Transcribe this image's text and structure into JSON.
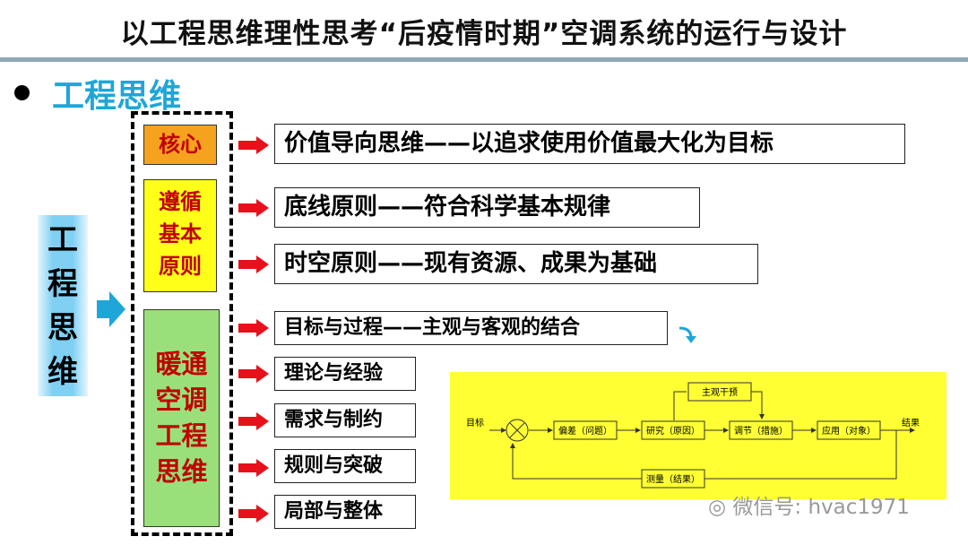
{
  "title": "以工程思维理性思考“后疫情时期”空调系统的运行与设计",
  "subtitle": "工程思维",
  "vertical_label": [
    "工",
    "程",
    "思",
    "维"
  ],
  "categories": {
    "core": "核心",
    "basic": [
      "遵循",
      "基本",
      "原则"
    ],
    "hvac": [
      "暖通",
      "空调",
      "工程",
      "思维"
    ]
  },
  "items": [
    "价值导向思维——以追求使用价值最大化为目标",
    "底线原则——符合科学基本规律",
    "时空原则——现有资源、成果为基础",
    "目标与过程——主观与客观的结合",
    "理论与经验",
    "需求与制约",
    "规则与突破",
    "局部与整体"
  ],
  "flow": {
    "input": "目标",
    "output": "结果",
    "deviation": "偏差（问题）",
    "research": "研究（原因）",
    "adjust": "调节（措施）",
    "apply": "应用（对象）",
    "intervention": "主观干预",
    "measure": "测量（结果）"
  },
  "watermark": "微信号: hvac1971",
  "colors": {
    "accent": "#1ea6d8",
    "arrow": "#e8101a",
    "core_fill": "#f5a21e",
    "basic_fill": "#ffff1a",
    "hvac_fill": "#99e07a",
    "flow_bg": "#ffff33"
  }
}
